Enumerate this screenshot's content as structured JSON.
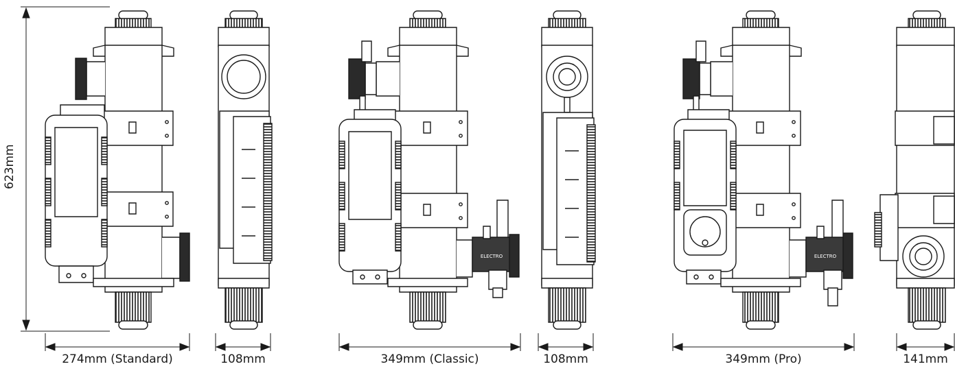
{
  "title": "",
  "dimensions": {
    "height_label": "623mm",
    "widths": [
      {
        "id": "standard-front",
        "label": "274mm (Standard)"
      },
      {
        "id": "standard-side",
        "label": "108mm"
      },
      {
        "id": "classic-front",
        "label": "349mm (Classic)"
      },
      {
        "id": "classic-side",
        "label": "108mm"
      },
      {
        "id": "pro-front",
        "label": "349mm (Pro)"
      },
      {
        "id": "pro-side",
        "label": "141mm"
      }
    ]
  },
  "colors": {
    "line": "#1a1a1a",
    "fill": "#ffffff",
    "dark": "#2a2a2a",
    "mid": "#8a8a8a"
  },
  "sensor_badge": "ELECTRO"
}
